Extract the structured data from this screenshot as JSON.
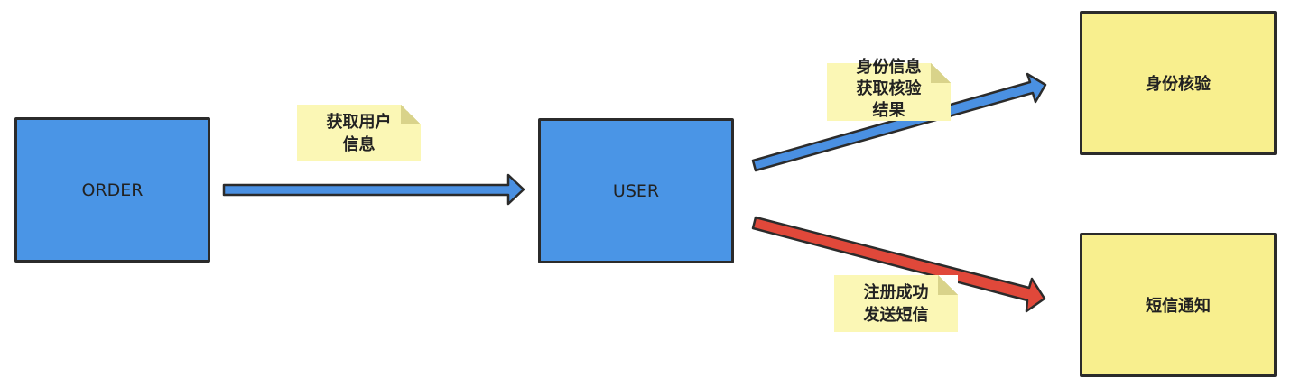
{
  "nodes": {
    "order": "ORDER",
    "user": "USER",
    "identity_check": "身份核验",
    "sms_notice": "短信通知"
  },
  "notes": {
    "get_user_info": "获取用户\n信息",
    "identity_result": "身份信息\n获取核验\n结果",
    "register_sms": "注册成功\n发送短信"
  },
  "colors": {
    "service_box": "#4a95e6",
    "target_box": "#f8ef8e",
    "note_bg": "#fbf7b5",
    "arrow_blue": "#4a90e2",
    "arrow_red": "#e0483a",
    "outline": "#2b2b2b"
  }
}
